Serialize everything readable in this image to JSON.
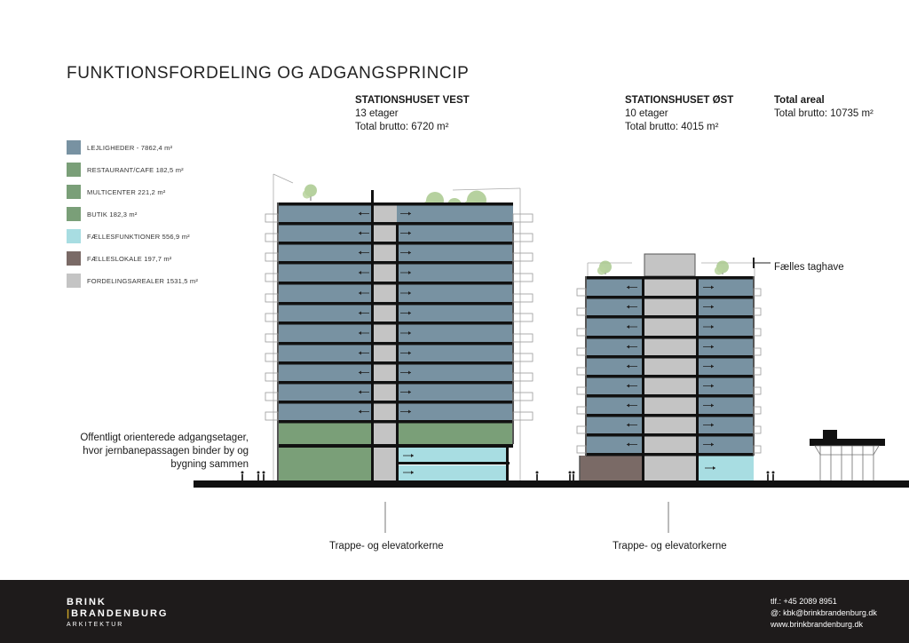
{
  "title": "FUNKTIONSFORDELING OG ADGANGSPRINCIP",
  "buildings": {
    "vest": {
      "name": "STATIONSHUSET VEST",
      "floors": "13 etager",
      "gross": "Total brutto: 6720 m²"
    },
    "oest": {
      "name": "STATIONSHUSET ØST",
      "floors": "10 etager",
      "gross": "Total brutto: 4015 m²"
    }
  },
  "total": {
    "label": "Total areal",
    "gross": "Total brutto: 10735 m²"
  },
  "legend": [
    {
      "label": "LEJLIGHEDER - 7862,4 m²",
      "color": "#7892a2"
    },
    {
      "label": "RESTAURANT/CAFE 182,5 m²",
      "color": "#7a9f78"
    },
    {
      "label": "MULTICENTER 221,2 m²",
      "color": "#7a9f78"
    },
    {
      "label": "BUTIK 182,3 m²",
      "color": "#7a9f78"
    },
    {
      "label": "FÆLLESFUNKTIONER 556,9 m²",
      "color": "#a8dde2"
    },
    {
      "label": "FÆLLESLOKALE 197,7 m²",
      "color": "#7a6a66"
    },
    {
      "label": "FORDELINGSAREALER 1531,5 m²",
      "color": "#c4c4c4"
    }
  ],
  "annotations": {
    "access_line1": "Offentligt orienterede adgangsetager,",
    "access_line2": "hvor jernbanepassagen binder by og",
    "access_line3": "bygning sammen",
    "roof_garden": "Fælles taghave",
    "core_vest": "Trappe- og elevatorkerne",
    "core_oest": "Trappe- og elevatorkerne"
  },
  "footer": {
    "logo_line1": "BRINK",
    "logo_line2": "BRANDENBURG",
    "logo_line3": "ARKITEKTUR",
    "phone": "tlf.:  +45 2089 8951",
    "email": "@:  kbk@brinkbrandenburg.dk",
    "web": "www.brinkbrandenburg.dk"
  },
  "colors": {
    "apartments": "#7892a2",
    "commercial": "#7a9f78",
    "common_functions": "#a8dde2",
    "common_room": "#7a6a66",
    "circulation": "#c4c4c4",
    "structure": "#111111",
    "footer_bg": "#1e1b1b",
    "logo_accent": "#c9a227"
  }
}
